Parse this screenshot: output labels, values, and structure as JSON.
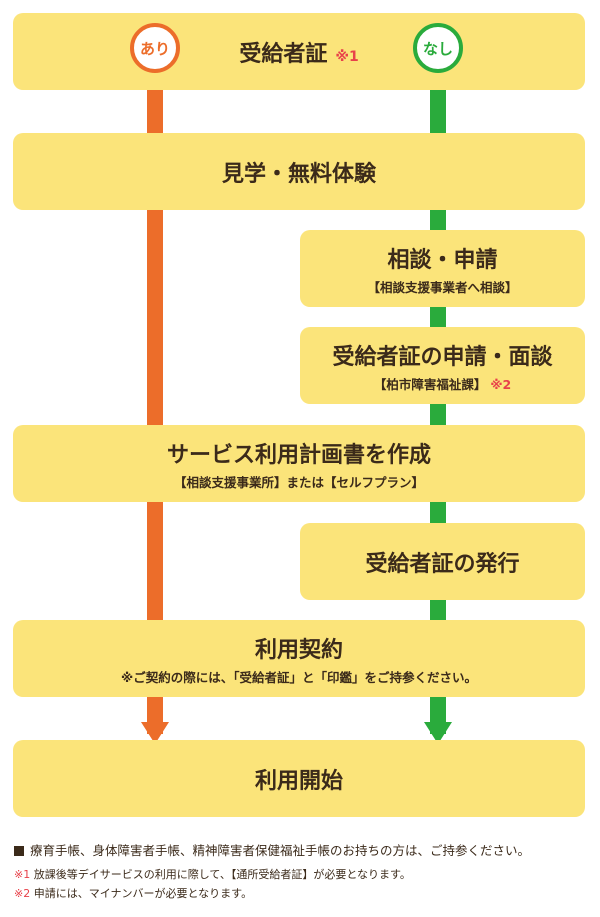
{
  "badges": {
    "yes": "あり",
    "no": "なし"
  },
  "steps": {
    "certificate": {
      "title": "受給者証",
      "mark": "※1"
    },
    "tour": {
      "title": "見学・無料体験"
    },
    "consult": {
      "title": "相談・申請",
      "sub": "【相談支援事業者へ相談】"
    },
    "apply": {
      "title": "受給者証の申請・面談",
      "sub": "【柏市障害福祉課】",
      "mark": "※2"
    },
    "plan": {
      "title": "サービス利用計画書を作成",
      "sub": "【相談支援事業所】または【セルフプラン】"
    },
    "issue": {
      "title": "受給者証の発行"
    },
    "contract": {
      "title": "利用契約",
      "sub": "※ご契約の際には、「受給者証」と「印鑑」をご持参ください。"
    },
    "start": {
      "title": "利用開始"
    }
  },
  "footnotes": {
    "bullet": "療育手帳、身体障害者手帳、精神障害者保健福祉手帳のお持ちの方は、ご持参ください。",
    "note1_mark": "※1",
    "note1": "放課後等デイサービスの利用に際して、【通所受給者証】が必要となります。",
    "note2_mark": "※2",
    "note2": "申請には、マイナンバーが必要となります。"
  },
  "colors": {
    "orange": "#ec6d2a",
    "green": "#2aab3c",
    "box": "#fbe47a",
    "note": "#e8414a"
  }
}
